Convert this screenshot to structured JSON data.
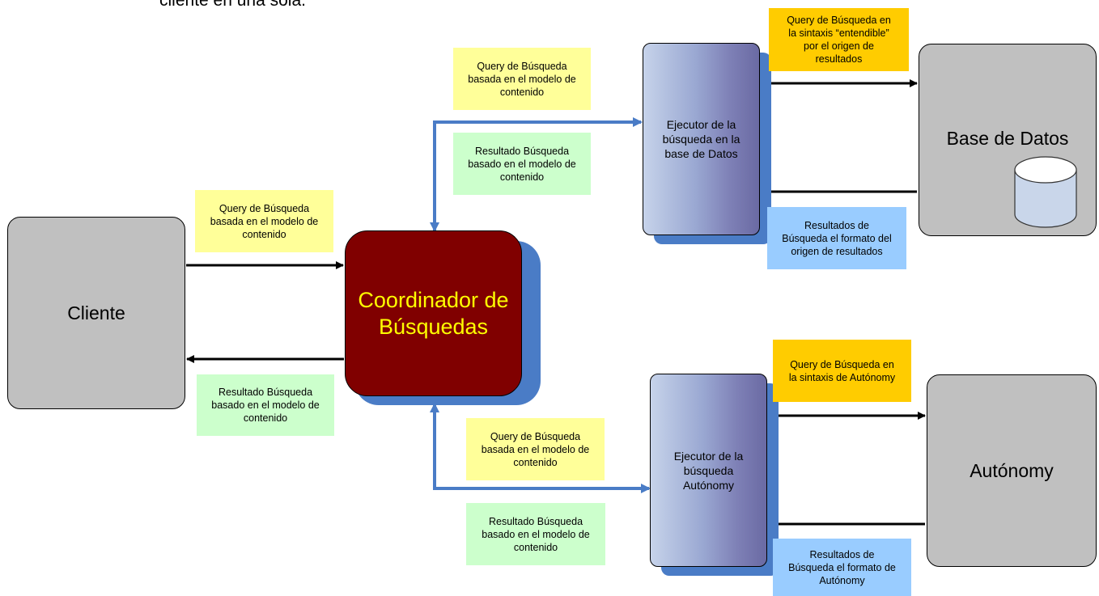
{
  "intro_text": "cliente en una sola.",
  "nodes": {
    "cliente": "Cliente",
    "coordinador": "Coordinador de\nBúsquedas",
    "ejecutor_db": "Ejecutor de la\nbúsqueda en la\nbase de Datos",
    "ejecutor_autonomy": "Ejecutor de la\nbúsqueda\nAutónomy",
    "base_datos": "Base de Datos",
    "autonomy": "Autónomy"
  },
  "labels": {
    "client_query": "Query de Búsqueda\nbasada en el modelo de\ncontenido",
    "client_result": "Resultado Búsqueda\nbasado en el modelo de\ncontenido",
    "db_query": "Query de Búsqueda\nbasada en el modelo de\ncontenido",
    "db_result": "Resultado Búsqueda\nbasado en el modelo de\ncontenido",
    "db_native_query": "Query de Búsqueda en\nla sintaxis “entendible”\npor el origen de\nresultados",
    "db_native_result": "Resultados de\nBúsqueda el formato del\norigen de resultados",
    "aut_query": "Query de Búsqueda\nbasada en el modelo de\ncontenido",
    "aut_result": "Resultado Búsqueda\nbasado en el modelo de\ncontenido",
    "aut_native_query": "Query de Búsqueda en\nla sintaxis de Autónomy",
    "aut_native_result": "Resultados de\nBúsqueda el formato de\nAutónomy"
  },
  "colors": {
    "query_note": "#ffff99",
    "result_note": "#ccffcc",
    "native_result_note": "#99ccff",
    "native_query_note": "#ffcc00",
    "coordinator_fill": "#800000",
    "coordinator_text": "#ffff00",
    "connector": "#4a7cc6"
  }
}
